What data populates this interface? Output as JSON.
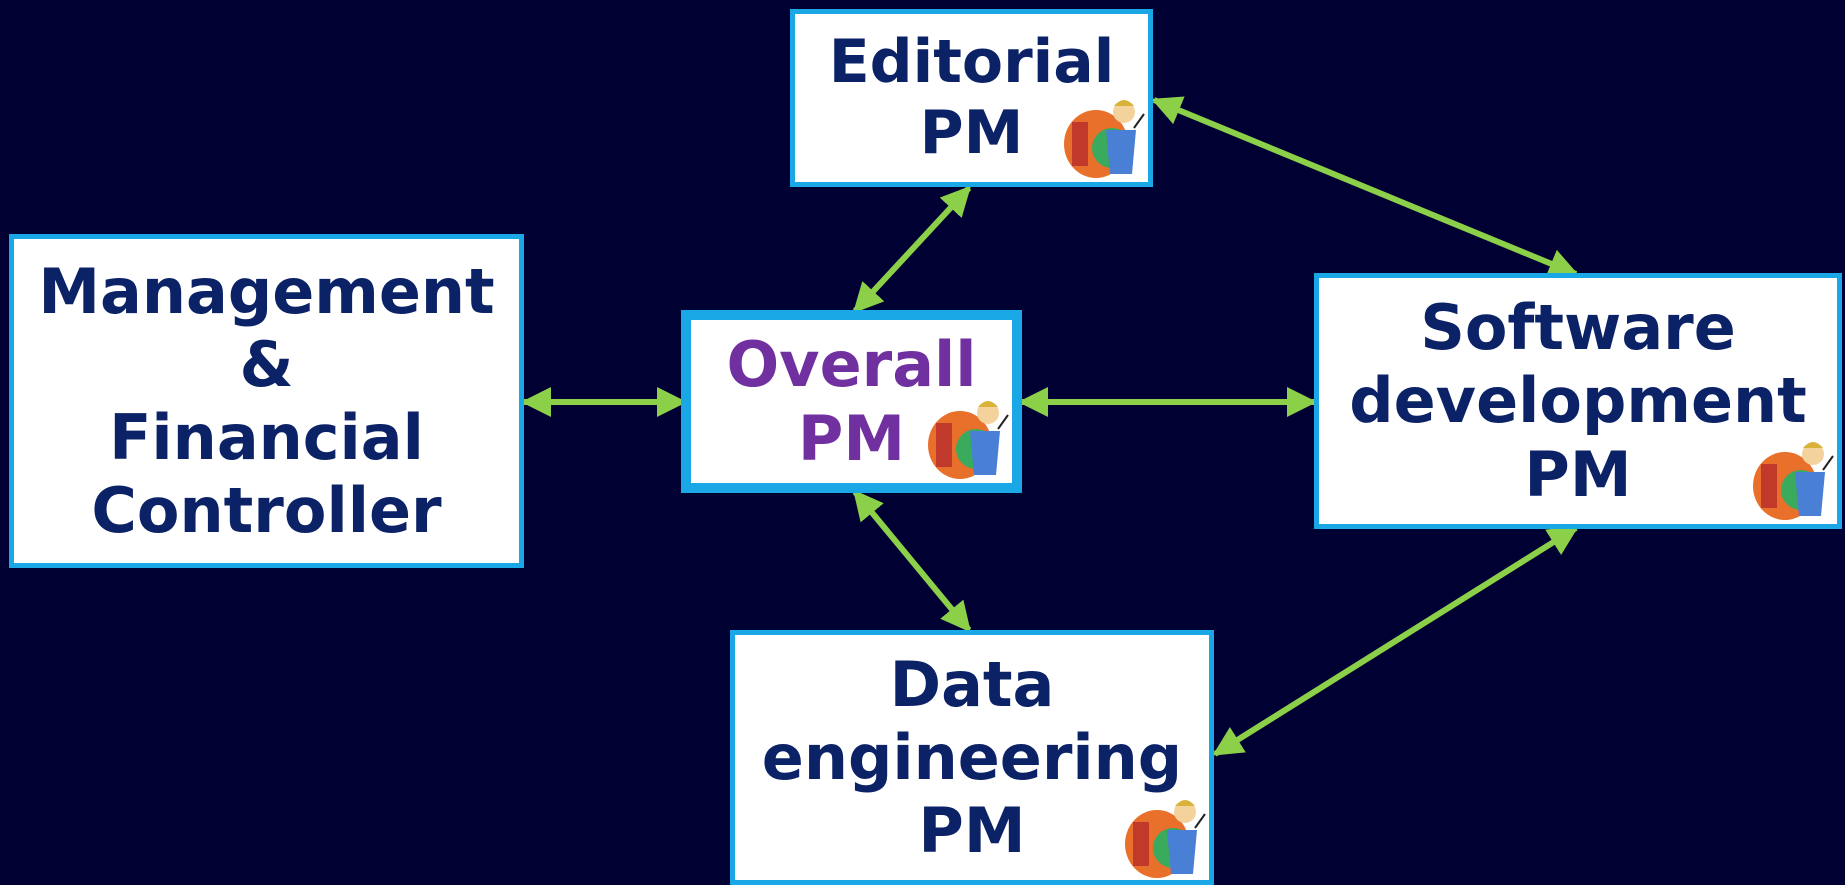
{
  "colors": {
    "background": "#000033",
    "box_border": "#1aa7e6",
    "text_primary": "#0b2266",
    "text_overall": "#7030a0",
    "connector": "#8cd04a"
  },
  "nodes": {
    "editorial": {
      "lines": [
        "Editorial",
        "PM"
      ]
    },
    "management": {
      "lines": [
        "Management",
        "&",
        "Financial",
        "Controller"
      ]
    },
    "overall": {
      "lines": [
        "Overall",
        "PM"
      ]
    },
    "software": {
      "lines": [
        "Software",
        "development",
        "PM"
      ]
    },
    "data": {
      "lines": [
        "Data",
        "engineering",
        "PM"
      ]
    }
  },
  "icons": {
    "pm_icon": "conductor-clipart-icon"
  },
  "connectors": [
    {
      "from": "overall",
      "to": "editorial",
      "bidirectional": true
    },
    {
      "from": "overall",
      "to": "management",
      "bidirectional": true
    },
    {
      "from": "overall",
      "to": "software",
      "bidirectional": true
    },
    {
      "from": "overall",
      "to": "data",
      "bidirectional": true
    },
    {
      "from": "editorial",
      "to": "software",
      "bidirectional": true
    },
    {
      "from": "software",
      "to": "data",
      "bidirectional": true
    }
  ]
}
